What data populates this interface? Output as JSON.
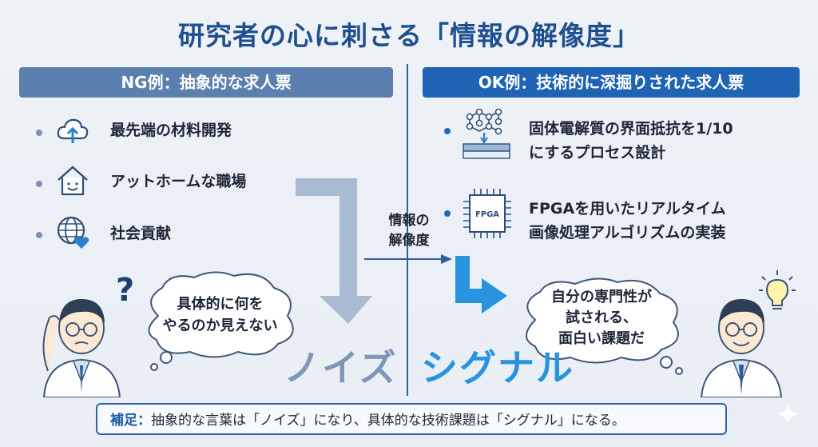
{
  "title": "研究者の心に刺さる「情報の解像度」",
  "ng": {
    "header": "NG例：抽象的な求人票",
    "items": [
      {
        "label": "最先端の材料開発",
        "icon": "cloud-upload-icon"
      },
      {
        "label": "アットホームな職場",
        "icon": "smiling-house-icon"
      },
      {
        "label": "社会貢献",
        "icon": "globe-heart-icon"
      }
    ],
    "bubble_line1": "具体的に何を",
    "bubble_line2": "やるのか見えない",
    "question_mark": "?",
    "big_word": "ノイズ"
  },
  "ok": {
    "header": "OK例：技術的に深掘りされた求人票",
    "items": [
      {
        "line1": "固体電解質の界面抵抗を1/10",
        "line2": "にするプロセス設計",
        "icon": "molecule-layers-icon"
      },
      {
        "line1": "FPGAを用いたリアルタイム",
        "line2": "画像処理アルゴリズムの実装",
        "icon": "fpga-chip-icon"
      }
    ],
    "chip_text": "FPGA",
    "bubble_line1": "自分の専門性が",
    "bubble_line2": "試される、",
    "bubble_line3": "面白い課題だ",
    "big_word": "シグナル"
  },
  "center_arrow": {
    "line1": "情報の",
    "line2": "解像度"
  },
  "note": {
    "label": "補足：",
    "text": "抽象的な言葉は「ノイズ」になり、具体的な技術課題は「シグナル」になる。"
  },
  "colors": {
    "title": "#1f4f8f",
    "ng_header": "#5b7fae",
    "ok_header": "#1f63b5",
    "signal": "#2a93e0",
    "noise": "#6d87ad"
  }
}
